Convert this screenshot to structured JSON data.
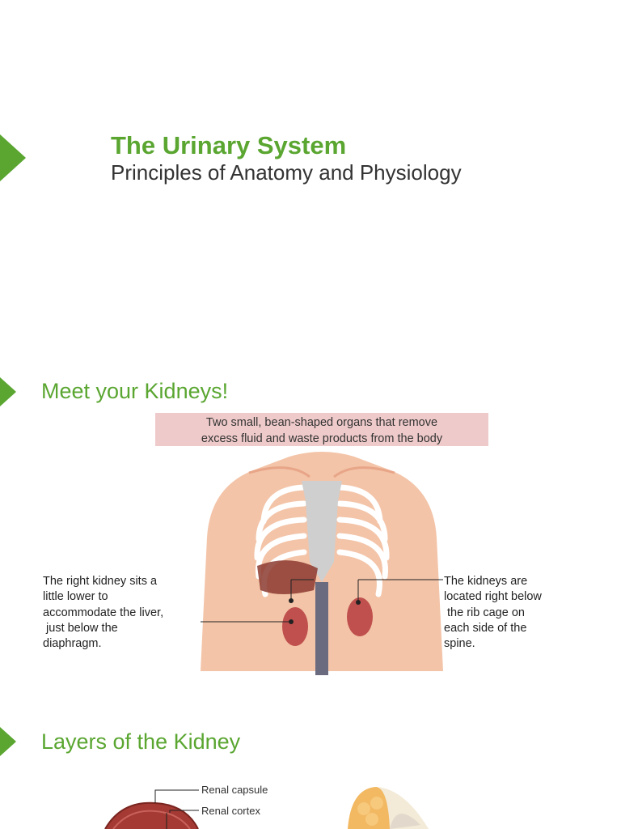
{
  "slide1": {
    "title": "The Urinary System",
    "subtitle": "Principles of Anatomy and Physiology"
  },
  "slide2": {
    "heading": "Meet your Kidneys!",
    "callout_line1": "Two small, bean-shaped organs that remove",
    "callout_line2": "excess fluid and waste products from the body",
    "left_caption": "The right kidney sits a\nlittle lower to\naccommodate the liver,\n just below the\ndiaphragm.",
    "right_caption": "The kidneys are\nlocated right below\n the rib cage on\neach side of the\nspine."
  },
  "slide3": {
    "heading": "Layers of the Kidney",
    "label_capsule": "Renal capsule",
    "label_cortex": "Renal cortex"
  },
  "colors": {
    "accent": "#5aa631",
    "callout_bg": "#efcaca",
    "skin": "#f3c4a8",
    "kidney": "#c0504d"
  },
  "icons": [
    "play-arrow-icon"
  ]
}
